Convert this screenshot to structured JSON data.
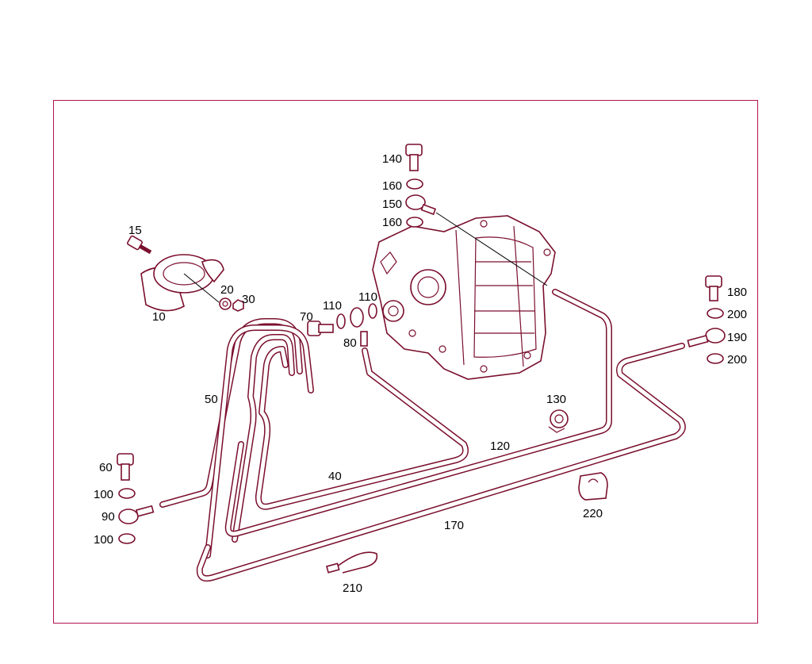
{
  "colors": {
    "frame": "#b0154f",
    "linework": "#7a0f2e",
    "label": "#000000"
  },
  "parts": {
    "p10": "10",
    "p15": "15",
    "p20": "20",
    "p30": "30",
    "p40": "40",
    "p50": "50",
    "p60": "60",
    "p70": "70",
    "p80": "80",
    "p90": "90",
    "p100a": "100",
    "p100b": "100",
    "p110a": "110",
    "p110b": "110",
    "p120": "120",
    "p130": "130",
    "p140": "140",
    "p150": "150",
    "p160a": "160",
    "p160b": "160",
    "p170": "170",
    "p180": "180",
    "p190": "190",
    "p200a": "200",
    "p200b": "200",
    "p210": "210",
    "p220": "220"
  }
}
